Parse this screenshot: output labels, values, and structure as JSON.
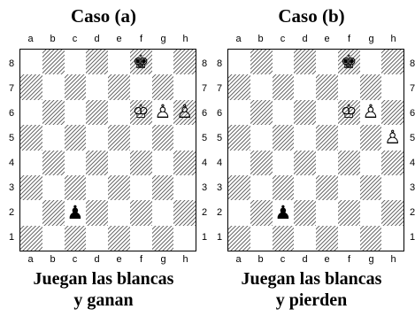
{
  "files": [
    "a",
    "b",
    "c",
    "d",
    "e",
    "f",
    "g",
    "h"
  ],
  "ranks": [
    "8",
    "7",
    "6",
    "5",
    "4",
    "3",
    "2",
    "1"
  ],
  "diagrams": [
    {
      "id": "a",
      "title": "Caso (a)",
      "caption_line1": "Juegan las blancas",
      "caption_line2": "y ganan",
      "pieces": [
        {
          "square": "f8",
          "glyph": "♚",
          "name": "black-king-icon"
        },
        {
          "square": "f6",
          "glyph": "♔",
          "name": "white-king-icon"
        },
        {
          "square": "g6",
          "glyph": "♙",
          "name": "white-pawn-icon"
        },
        {
          "square": "h6",
          "glyph": "♙",
          "name": "white-pawn-icon"
        },
        {
          "square": "c2",
          "glyph": "♟",
          "name": "black-pawn-icon"
        }
      ]
    },
    {
      "id": "b",
      "title": "Caso (b)",
      "caption_line1": "Juegan las blancas",
      "caption_line2": "y pierden",
      "pieces": [
        {
          "square": "f8",
          "glyph": "♚",
          "name": "black-king-icon"
        },
        {
          "square": "f6",
          "glyph": "♔",
          "name": "white-king-icon"
        },
        {
          "square": "g6",
          "glyph": "♙",
          "name": "white-pawn-icon"
        },
        {
          "square": "h5",
          "glyph": "♙",
          "name": "white-pawn-icon"
        },
        {
          "square": "c2",
          "glyph": "♟",
          "name": "black-pawn-icon"
        }
      ]
    }
  ]
}
